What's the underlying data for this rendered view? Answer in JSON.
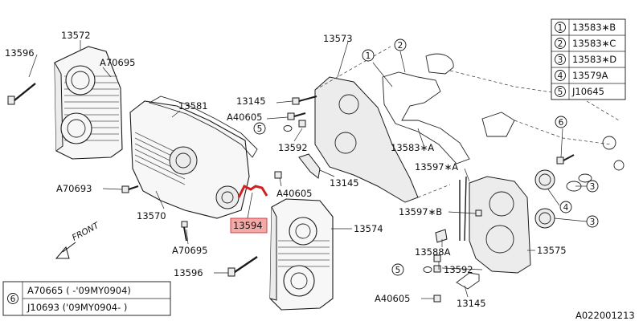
{
  "diagram_code": "A022001213",
  "labels": {
    "p13596_top": "13596",
    "p13572": "13572",
    "a70695_top": "A70695",
    "p13581": "13581",
    "p13145_top": "13145",
    "a40605_top": "A40605",
    "p13592_top": "13592",
    "a70693": "A70693",
    "p13570": "13570",
    "p13594": "13594",
    "a70695_bottom": "A70695",
    "p13596_bottom": "13596",
    "a40605_mid": "A40605",
    "p13145_mid": "13145",
    "p13574": "13574",
    "p13573": "13573",
    "p13583a": "13583∗A",
    "p13597a": "13597∗A",
    "p13597b": "13597∗B",
    "p13588a": "13588A",
    "p13592_bottom": "13592",
    "p13575": "13575",
    "a40605_bottom": "A40605",
    "p13145_bottom": "13145",
    "front": "FRONT",
    "callout_5_top": "5",
    "callout_5_bottom": "5",
    "callout_1": "1",
    "callout_2": "2",
    "callout_6": "6",
    "callout_3a": "3",
    "callout_4": "4",
    "callout_3b": "3"
  },
  "legend_top": [
    {
      "num": "1",
      "part": "13583∗B"
    },
    {
      "num": "2",
      "part": "13583∗C"
    },
    {
      "num": "3",
      "part": "13583∗D"
    },
    {
      "num": "4",
      "part": "13579A"
    },
    {
      "num": "5",
      "part": "J10645"
    }
  ],
  "legend_bottom": {
    "num": "6",
    "rows": [
      "A70665 ( -'09MY0904)",
      "J10693 ('09MY0904- )"
    ]
  },
  "colors": {
    "highlight_fill": "#f4a9a9",
    "highlight_stroke": "#d11f1f",
    "line": "#1a1a1a"
  }
}
